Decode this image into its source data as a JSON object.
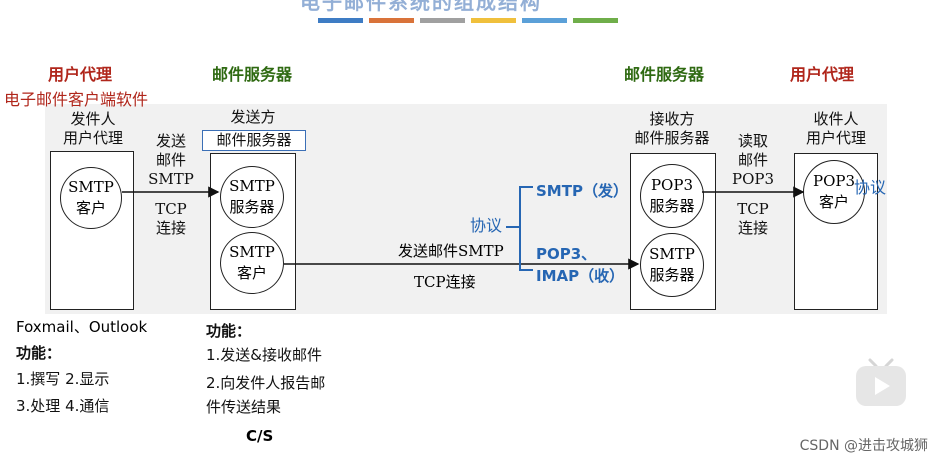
{
  "header": {
    "title_fragment": "电子邮件系统的组成结构",
    "stripe_colors": [
      "#3e7cc4",
      "#d9733a",
      "#a0a0a0",
      "#f0c03c",
      "#5ba0d8",
      "#6fae4a"
    ]
  },
  "columns": {
    "left_agent": {
      "title": "用户代理",
      "subtitle": "电子邮件客户端软件"
    },
    "left_server": {
      "title": "邮件服务器"
    },
    "right_server": {
      "title": "邮件服务器"
    },
    "right_agent": {
      "title": "用户代理"
    }
  },
  "sender_agent": {
    "label": "发件人\n用户代理",
    "client": "SMTP\n客户"
  },
  "send_link": {
    "label": "发送\n邮件\nSMTP",
    "tcp": "TCP\n连接"
  },
  "sender_server": {
    "label": "发送方",
    "label_boxed": "邮件服务器",
    "smtp_server": "SMTP\n服务器",
    "smtp_client": "SMTP\n客户"
  },
  "middle": {
    "send_label": "发送邮件SMTP",
    "tcp_label": "TCP连接"
  },
  "protocols": {
    "label": "协议",
    "smtp": "SMTP（发）",
    "pop3": "POP3、",
    "imap": "IMAP（收）"
  },
  "receiver_server": {
    "label": "接收方\n邮件服务器",
    "pop3_server": "POP3\n服务器",
    "smtp_server": "SMTP\n服务器"
  },
  "read_link": {
    "label": "读取\n邮件\nPOP3",
    "tcp": "TCP\n连接"
  },
  "receiver_agent": {
    "label": "收件人\n用户代理",
    "client": "POP3\n客户",
    "protocol_label": "协议"
  },
  "agent_notes": {
    "apps": "Foxmail、Outlook",
    "func_title": "功能：",
    "func_line1": "1.撰写   2.显示",
    "func_line2": "3.处理   4.通信"
  },
  "server_notes": {
    "func_title": "功能：",
    "line1": "1.发送&接收邮件",
    "line2": "2.向发件人报告邮",
    "line3": "件传送结果",
    "model": "C/S"
  },
  "watermark": "CSDN @进击攻城狮",
  "colors": {
    "red": "#b0261b",
    "green": "#2f6a12",
    "blue": "#2666b3"
  }
}
